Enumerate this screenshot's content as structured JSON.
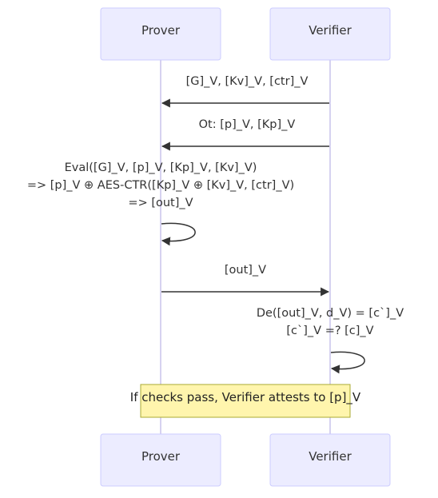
{
  "participants": {
    "prover": "Prover",
    "verifier": "Verifier"
  },
  "messages": {
    "m1": "[G]_V, [Kv]_V, [ctr]_V",
    "m2": "Ot: [p]_V, [Kp]_V",
    "m3_line1": "Eval([G]_V, [p]_V, [Kp]_V, [Kv]_V)",
    "m3_line2": "=> [p]_V ⊕ AES-CTR([Kp]_V ⊕ [Kv]_V, [ctr]_V)",
    "m3_line3": "=> [out]_V",
    "m4": "[out]_V",
    "m5_line1": "De([out]_V, d_V) = [c`]_V",
    "m5_line2": "[c`]_V =? [c]_V"
  },
  "note": "If checks pass, Verifier attests to [p]_V",
  "colors": {
    "actor_fill": "#ECECFF",
    "actor_border": "#CCCCFF",
    "lifeline": "#D6D2F0",
    "arrow": "#333333",
    "note_fill": "#FFF5AD",
    "note_border": "#AAAA33"
  }
}
